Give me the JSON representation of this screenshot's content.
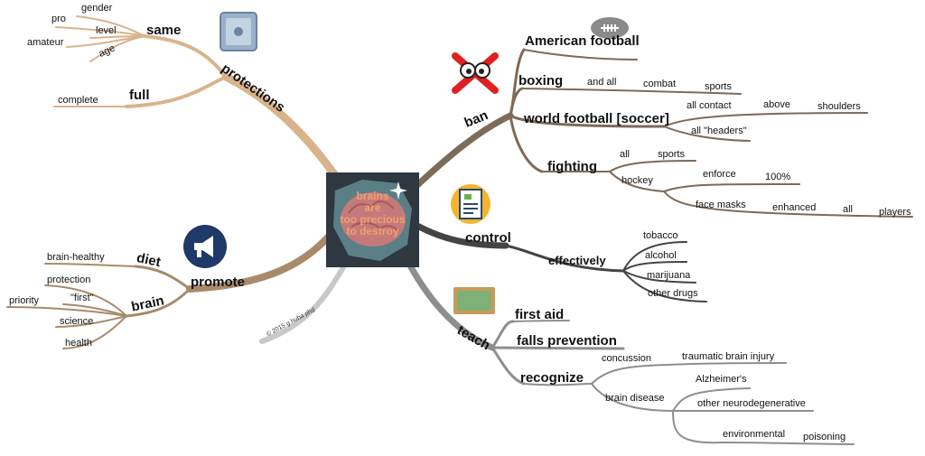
{
  "center": {
    "line1": "brains",
    "line2": "are",
    "line3": "too precious",
    "line4": "to destroy"
  },
  "protections": {
    "label": "protections",
    "same": {
      "label": "same",
      "items": [
        "gender",
        "pro",
        "level",
        "amateur",
        "age"
      ]
    },
    "full": {
      "label": "full",
      "item": "complete"
    }
  },
  "promote": {
    "label": "promote",
    "diet": {
      "label": "diet",
      "item": "brain-healthy"
    },
    "brain": {
      "label": "brain",
      "items": [
        "protection",
        "\"first\"",
        "priority",
        "science",
        "health"
      ]
    }
  },
  "credit": "© 2015 g huba phd",
  "ban": {
    "label": "ban",
    "american": "American football",
    "boxing": {
      "label": "boxing",
      "and_all": "and all",
      "combat": "combat",
      "sports": "sports"
    },
    "world": {
      "label": "world football [soccer]",
      "all_contact": "all contact",
      "above": "above",
      "shoulders": "shoulders",
      "headers": "all \"headers\""
    },
    "fighting": {
      "label": "fighting",
      "all": "all",
      "sports": "sports",
      "hockey": "hockey",
      "enforce": "enforce",
      "pct": "100%",
      "face_masks": "face masks",
      "enhanced": "enhanced",
      "all2": "all",
      "players": "players"
    }
  },
  "control": {
    "label": "control",
    "effectively": {
      "label": "effectively",
      "items": [
        "tobacco",
        "alcohol",
        "marijuana",
        "other drugs"
      ]
    }
  },
  "teach": {
    "label": "teach",
    "first_aid": "first aid",
    "falls": "falls prevention",
    "recognize": {
      "label": "recognize",
      "concussion": "concussion",
      "tbi": "traumatic brain injury",
      "brain_disease": "brain disease",
      "alz": "Alzheimer's",
      "other": "other neurodegenerative",
      "environmental": "environmental",
      "poisoning": "poisoning"
    }
  }
}
